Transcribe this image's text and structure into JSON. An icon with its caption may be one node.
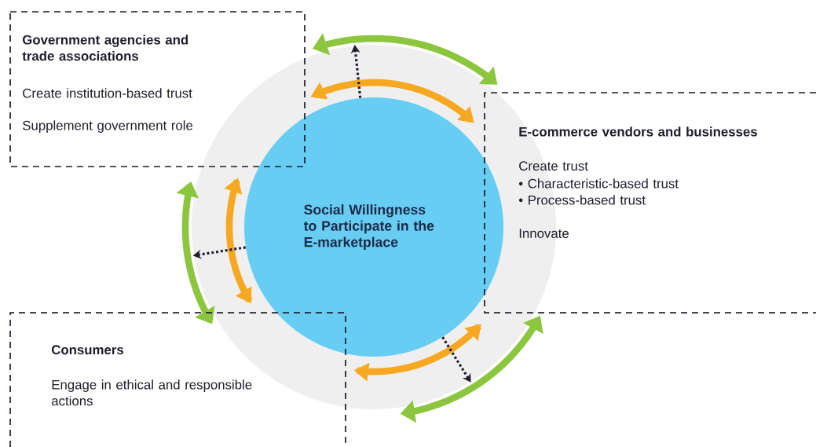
{
  "diagram": {
    "nodes": [
      {
        "text": [
          "Government agencies and trade associations",
          "Create institution-based trust",
          "Supplement government role"
        ]
      },
      {
        "text": [
          "E-commerce vendors and businesses",
          "Create trust",
          "• Characteristic-based trust",
          "• Process-based trust",
          "Innovate"
        ]
      },
      {
        "text": [
          "Consumers",
          "Engage in ethical and responsible actions"
        ]
      },
      {
        "text": [
          "Social Willingness to Participate in the E-marketplace"
        ]
      }
    ],
    "edges": [
      {
        "from": 3,
        "to": null,
        "arrow": "to",
        "style": "dashed"
      },
      {
        "from": 3,
        "to": null,
        "arrow": "to",
        "style": "dashed"
      },
      {
        "from": 3,
        "to": null,
        "arrow": "to",
        "style": "dashed"
      }
    ]
  }
}
